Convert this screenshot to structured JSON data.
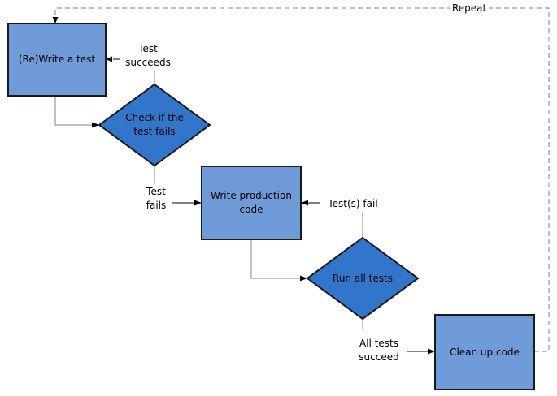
{
  "colors": {
    "process_fill": "#6F9BD9",
    "decision_fill": "#3276CB",
    "shape_border": "#1a1a1a",
    "connector": "#808080",
    "arrow": "#000000"
  },
  "nodes": {
    "rewrite_test": {
      "label": "(Re)Write a test"
    },
    "check_test_fails": {
      "line1": "Check if the",
      "line2": "test fails"
    },
    "write_production_code": {
      "line1": "Write production",
      "line2": "code"
    },
    "run_all_tests": {
      "label": "Run all tests"
    },
    "clean_up_code": {
      "label": "Clean up code"
    }
  },
  "edge_labels": {
    "repeat": "Repeat",
    "test_succeeds": {
      "line1": "Test",
      "line2": "succeeds"
    },
    "test_fails": {
      "line1": "Test",
      "line2": "fails"
    },
    "tests_fail": "Test(s) fail",
    "all_tests_succeed": {
      "line1": "All tests",
      "line2": "succeed"
    }
  }
}
